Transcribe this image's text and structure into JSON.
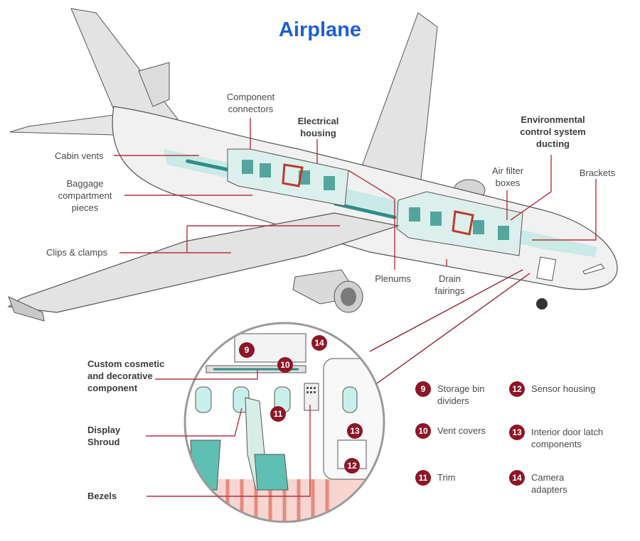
{
  "title": "Airplane",
  "colors": {
    "leader_line": "#b8313d",
    "badge": "#8e1526",
    "title": "#1f5fd6",
    "cabin_accent": "#8fd9d3",
    "fuselage": "#ececec"
  },
  "labels": {
    "component_connectors": "Component\nconnectors",
    "electrical_housing": "Electrical\nhousing",
    "environmental_control": "Environmental\ncontrol system\nducting",
    "cabin_vents": "Cabin vents",
    "baggage_compartment": "Baggage\ncompartment\npieces",
    "air_filter_boxes": "Air filter\nboxes",
    "brackets": "Brackets",
    "clips_clamps": "Clips & clamps",
    "plenums": "Plenums",
    "drain_fairings": "Drain\nfairings",
    "custom_cosmetic": "Custom cosmetic\nand decorative\ncomponent",
    "display_shroud": "Display\nShroud",
    "bezels": "Bezels"
  },
  "callouts": {
    "c9": "9",
    "c10": "10",
    "c11": "11",
    "c12": "12",
    "c13": "13",
    "c14": "14"
  },
  "legend": [
    {
      "num": "9",
      "text": "Storage bin\ndividers"
    },
    {
      "num": "12",
      "text": "Sensor housing"
    },
    {
      "num": "10",
      "text": "Vent covers"
    },
    {
      "num": "13",
      "text": "Interior door latch\ncomponents"
    },
    {
      "num": "11",
      "text": "Trim"
    },
    {
      "num": "14",
      "text": "Camera\nadapters"
    }
  ]
}
